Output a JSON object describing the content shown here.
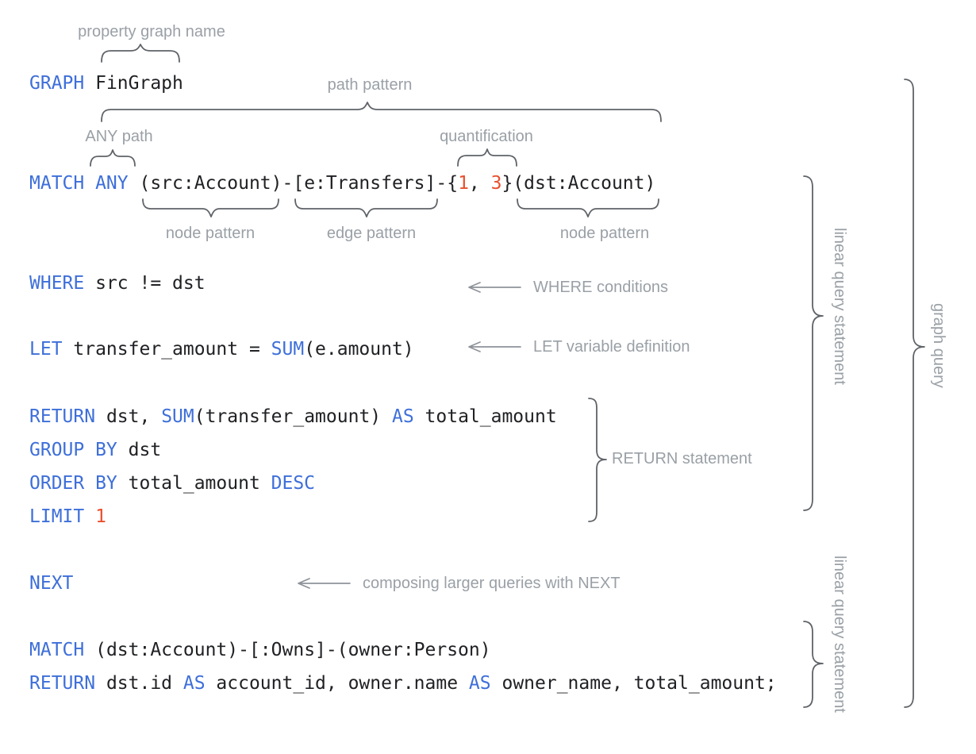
{
  "colors": {
    "keyword_blue": "#3E6FD9",
    "number_red": "#E8502E",
    "code_text": "#202124",
    "label_gray": "#9AA0A6",
    "brace_gray": "#5F6368",
    "arrow_gray": "#8E9399",
    "background": "#FFFFFF"
  },
  "code": {
    "graph_line": [
      "GRAPH ",
      "FinGraph"
    ],
    "match_line": [
      "MATCH ANY ",
      "(src:Account)-[e:Transfers]-{",
      "1",
      ", ",
      "3",
      "}(dst:Account)"
    ],
    "where_line": [
      "WHERE ",
      "src != dst"
    ],
    "let_line": [
      "LET ",
      "transfer_amount = ",
      "SUM",
      "(e.amount)"
    ],
    "return_line": [
      "RETURN ",
      "dst, ",
      "SUM",
      "(transfer_amount) ",
      "AS ",
      "total_amount"
    ],
    "group_line": [
      "GROUP BY ",
      "dst"
    ],
    "order_line": [
      "ORDER BY ",
      "total_amount ",
      "DESC"
    ],
    "limit_line": [
      "LIMIT ",
      "1"
    ],
    "next_line": [
      "NEXT"
    ],
    "match2_line": [
      "MATCH ",
      "(dst:Account)-[:Owns]-(owner:Person)"
    ],
    "return2_line": [
      "RETURN ",
      "dst.id ",
      "AS ",
      "account_id, owner.name ",
      "AS ",
      "owner_name, total_amount;"
    ]
  },
  "labels": {
    "property_graph_name": "property graph name",
    "path_pattern": "path pattern",
    "any_path": "ANY path",
    "quantification": "quantification",
    "node_pattern_left": "node pattern",
    "edge_pattern": "edge pattern",
    "node_pattern_right": "node pattern",
    "where_conditions": "WHERE conditions",
    "let_variable": "LET variable definition",
    "return_statement": "RETURN statement",
    "composing_next": "composing larger queries with NEXT",
    "linear_query_top": "linear query statement",
    "linear_query_bottom": "linear query statement",
    "graph_query": "graph query"
  }
}
